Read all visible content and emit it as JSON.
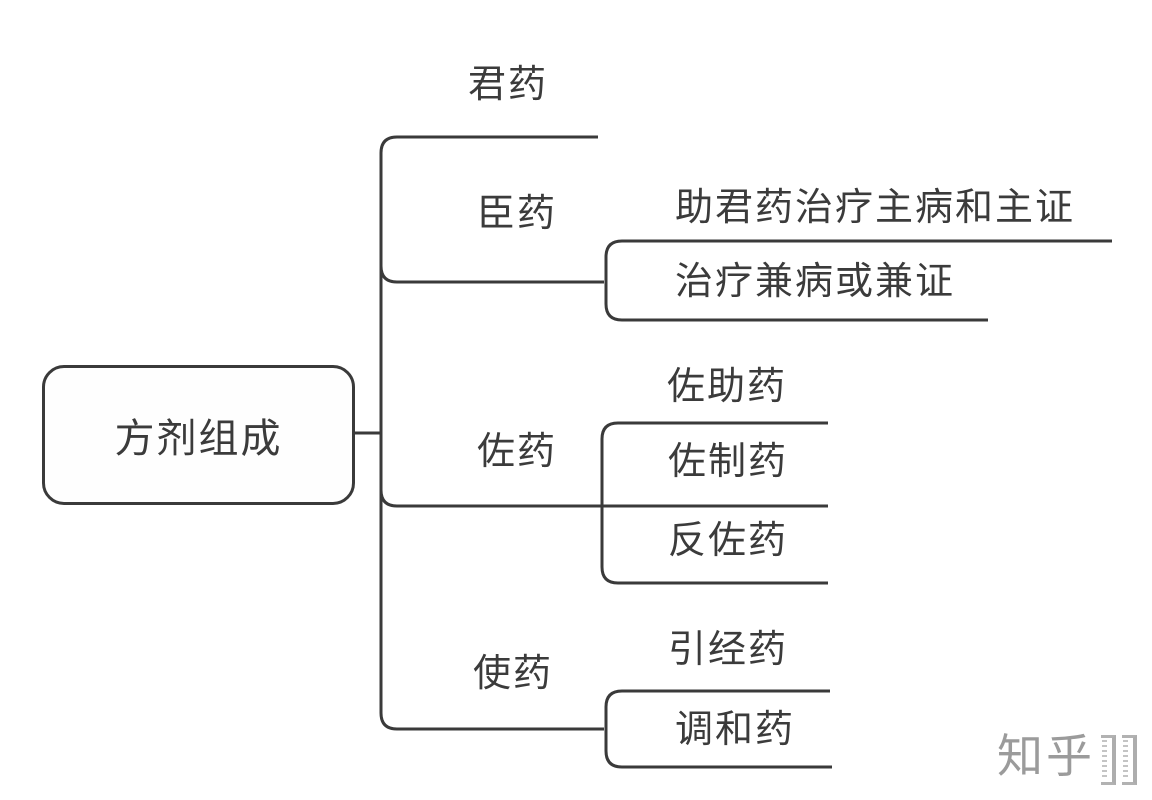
{
  "diagram": {
    "type": "mindmap-tree",
    "colors": {
      "line": "#3a3a3a",
      "text": "#3b3b3b",
      "watermark": "#9b9b9b",
      "background": "#ffffff"
    },
    "root": {
      "label": "方剂组成"
    },
    "branches": [
      {
        "label": "君药",
        "children": []
      },
      {
        "label": "臣药",
        "children": [
          {
            "label": "助君药治疗主病和主证"
          },
          {
            "label": "治疗兼病或兼证"
          }
        ]
      },
      {
        "label": "佐药",
        "children": [
          {
            "label": "佐助药"
          },
          {
            "label": "佐制药"
          },
          {
            "label": "反佐药"
          }
        ]
      },
      {
        "label": "使药",
        "children": [
          {
            "label": "引经药"
          },
          {
            "label": "调和药"
          }
        ]
      }
    ]
  },
  "watermark": {
    "label": "知乎"
  }
}
